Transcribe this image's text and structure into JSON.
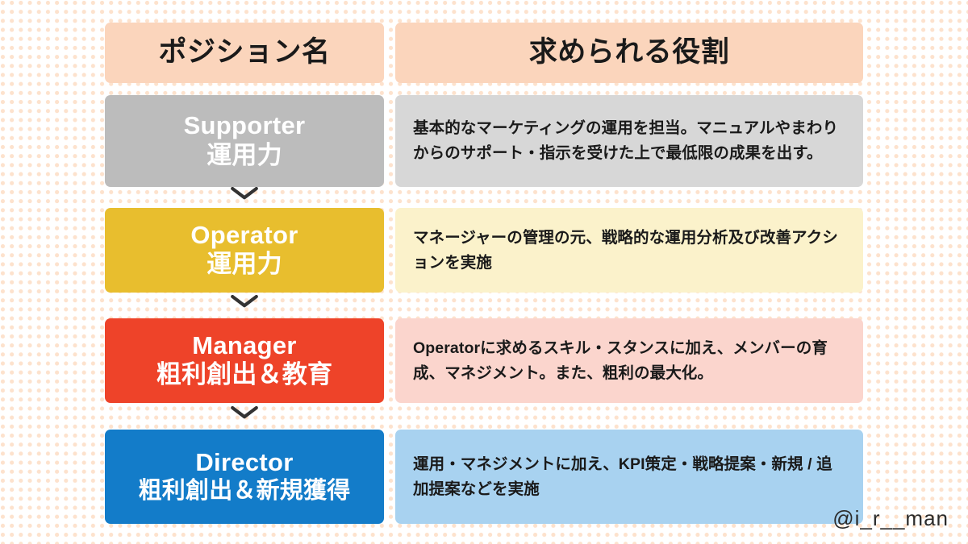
{
  "watermark": "@i_r__man",
  "colors": {
    "background": "#ffffff",
    "dot": "#fde2cd",
    "header_fill": "#fbd5bc",
    "supporter_fill": "#bcbcbc",
    "supporter_tint": "#d7d7d7",
    "operator_fill": "#e8be2e",
    "operator_tint": "#fbf2cb",
    "manager_fill": "#ee4329",
    "manager_tint": "#fbd5cd",
    "director_fill": "#137cc9",
    "director_tint": "#a8d2f0",
    "header_text": "#1a1a1a",
    "position_text": "#ffffff",
    "role_text": "#1a1a1a",
    "chevron": "#333333"
  },
  "table": {
    "headers": {
      "position": "ポジション名",
      "role": "求められる役割"
    },
    "rows": [
      {
        "key": "supporter",
        "position_en": "Supporter",
        "position_jp": "運用力",
        "role": "基本的なマーケティングの運用を担当。マニュアルやまわりからのサポート・指示を受けた上で最低限の成果を出す。",
        "fill": "#bcbcbc",
        "tint": "#d7d7d7"
      },
      {
        "key": "operator",
        "position_en": "Operator",
        "position_jp": "運用力",
        "role": "マネージャーの管理の元、戦略的な運用分析及び改善アクションを実施",
        "fill": "#e8be2e",
        "tint": "#fbf2cb"
      },
      {
        "key": "manager",
        "position_en": "Manager",
        "position_jp": "粗利創出＆教育",
        "role": "Operatorに求めるスキル・スタンスに加え、メンバーの育成、マネジメント。また、粗利の最大化。",
        "fill": "#ee4329",
        "tint": "#fbd5cd"
      },
      {
        "key": "director",
        "position_en": "Director",
        "position_jp": "粗利創出＆新規獲得",
        "role": "運用・マネジメントに加え、KPI策定・戦略提案・新規 / 追加提案などを実施",
        "fill": "#137cc9",
        "tint": "#a8d2f0"
      }
    ]
  },
  "arrows": {
    "icon": "chevron-down-icon",
    "count": 3
  }
}
